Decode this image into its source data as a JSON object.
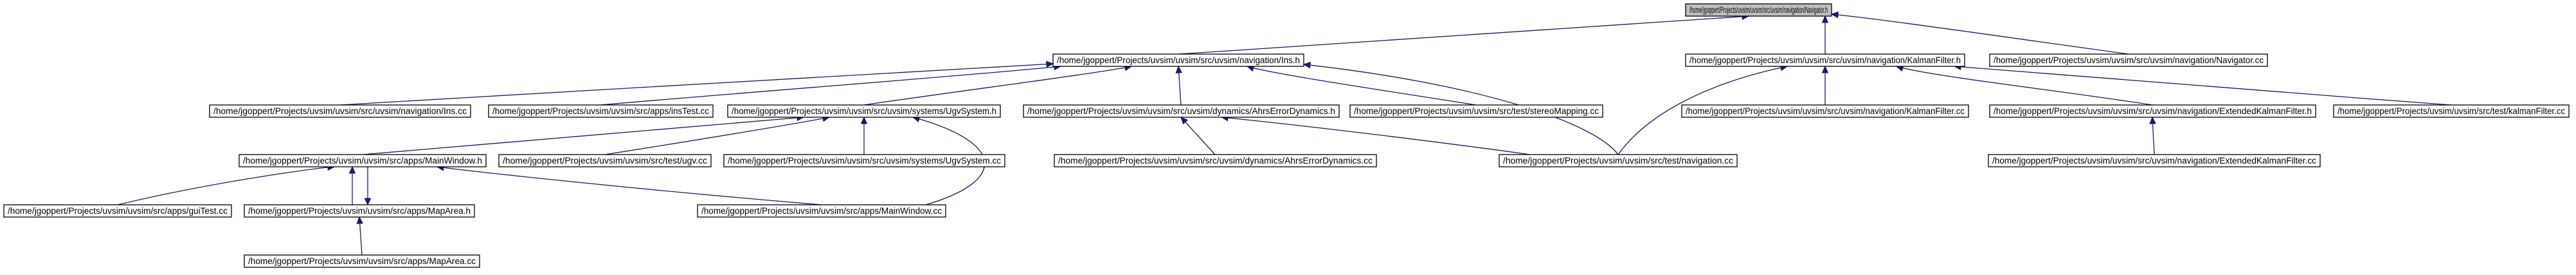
{
  "graph": {
    "edge_color": "#191970",
    "root_fill": "#bfbfbf",
    "node_fill": "#ffffff",
    "nodes": [
      {
        "id": "navigator_h",
        "label": "/home/jgoppert/Projects/uvsim/uvsim/src/uvsim/navigation/Navigator.h",
        "root": true
      },
      {
        "id": "ins_h",
        "label": "/home/jgoppert/Projects/uvsim/uvsim/src/uvsim/navigation/Ins.h"
      },
      {
        "id": "kalmanfilter_h",
        "label": "/home/jgoppert/Projects/uvsim/uvsim/src/uvsim/navigation/KalmanFilter.h"
      },
      {
        "id": "navigator_cc",
        "label": "/home/jgoppert/Projects/uvsim/uvsim/src/uvsim/navigation/Navigator.cc"
      },
      {
        "id": "ins_cc",
        "label": "/home/jgoppert/Projects/uvsim/uvsim/src/uvsim/navigation/Ins.cc"
      },
      {
        "id": "instest_cc",
        "label": "/home/jgoppert/Projects/uvsim/uvsim/src/apps/insTest.cc"
      },
      {
        "id": "ugvsystem_h",
        "label": "/home/jgoppert/Projects/uvsim/uvsim/src/uvsim/systems/UgvSystem.h"
      },
      {
        "id": "ahrserrordynamics_h",
        "label": "/home/jgoppert/Projects/uvsim/uvsim/src/uvsim/dynamics/AhrsErrorDynamics.h"
      },
      {
        "id": "stereomapping_cc",
        "label": "/home/jgoppert/Projects/uvsim/uvsim/src/test/stereoMapping.cc"
      },
      {
        "id": "kalmanfilter_cc",
        "label": "/home/jgoppert/Projects/uvsim/uvsim/src/uvsim/navigation/KalmanFilter.cc"
      },
      {
        "id": "extendedkalmanfilter_h",
        "label": "/home/jgoppert/Projects/uvsim/uvsim/src/uvsim/navigation/ExtendedKalmanFilter.h"
      },
      {
        "id": "kalmanfilter_test_cc",
        "label": "/home/jgoppert/Projects/uvsim/uvsim/src/test/kalmanFilter.cc"
      },
      {
        "id": "mainwindow_h",
        "label": "/home/jgoppert/Projects/uvsim/uvsim/src/apps/MainWindow.h"
      },
      {
        "id": "ugv_cc",
        "label": "/home/jgoppert/Projects/uvsim/uvsim/src/test/ugv.cc"
      },
      {
        "id": "ugvsystem_cc",
        "label": "/home/jgoppert/Projects/uvsim/uvsim/src/uvsim/systems/UgvSystem.cc"
      },
      {
        "id": "ahrserrordynamics_cc",
        "label": "/home/jgoppert/Projects/uvsim/uvsim/src/uvsim/dynamics/AhrsErrorDynamics.cc"
      },
      {
        "id": "navigation_cc",
        "label": "/home/jgoppert/Projects/uvsim/uvsim/src/test/navigation.cc"
      },
      {
        "id": "extendedkalmanfilter_cc",
        "label": "/home/jgoppert/Projects/uvsim/uvsim/src/uvsim/navigation/ExtendedKalmanFilter.cc"
      },
      {
        "id": "guitest_cc",
        "label": "/home/jgoppert/Projects/uvsim/uvsim/src/apps/guiTest.cc"
      },
      {
        "id": "maparea_h",
        "label": "/home/jgoppert/Projects/uvsim/uvsim/src/apps/MapArea.h"
      },
      {
        "id": "mainwindow_cc",
        "label": "/home/jgoppert/Projects/uvsim/uvsim/src/apps/MainWindow.cc"
      },
      {
        "id": "maparea_cc",
        "label": "/home/jgoppert/Projects/uvsim/uvsim/src/apps/MapArea.cc"
      }
    ],
    "edges": [
      {
        "from": "ins_h",
        "to": "navigator_h"
      },
      {
        "from": "kalmanfilter_h",
        "to": "navigator_h"
      },
      {
        "from": "navigator_cc",
        "to": "navigator_h"
      },
      {
        "from": "ins_cc",
        "to": "ins_h"
      },
      {
        "from": "instest_cc",
        "to": "ins_h"
      },
      {
        "from": "ugvsystem_h",
        "to": "ins_h"
      },
      {
        "from": "ahrserrordynamics_h",
        "to": "ins_h"
      },
      {
        "from": "stereomapping_cc",
        "to": "ins_h"
      },
      {
        "from": "navigation_cc",
        "to": "ins_h"
      },
      {
        "from": "navigation_cc",
        "to": "kalmanfilter_h"
      },
      {
        "from": "kalmanfilter_cc",
        "to": "kalmanfilter_h"
      },
      {
        "from": "extendedkalmanfilter_h",
        "to": "kalmanfilter_h"
      },
      {
        "from": "kalmanfilter_test_cc",
        "to": "kalmanfilter_h"
      },
      {
        "from": "mainwindow_h",
        "to": "ugvsystem_h"
      },
      {
        "from": "ugv_cc",
        "to": "ugvsystem_h"
      },
      {
        "from": "ugvsystem_cc",
        "to": "ugvsystem_h"
      },
      {
        "from": "mainwindow_cc",
        "to": "ugvsystem_h"
      },
      {
        "from": "ahrserrordynamics_cc",
        "to": "ahrserrordynamics_h"
      },
      {
        "from": "navigation_cc",
        "to": "ahrserrordynamics_h"
      },
      {
        "from": "extendedkalmanfilter_cc",
        "to": "extendedkalmanfilter_h"
      },
      {
        "from": "guitest_cc",
        "to": "mainwindow_h"
      },
      {
        "from": "maparea_h",
        "to": "mainwindow_h"
      },
      {
        "from": "mainwindow_cc",
        "to": "mainwindow_h"
      },
      {
        "from": "mainwindow_h",
        "to": "maparea_h"
      },
      {
        "from": "maparea_cc",
        "to": "maparea_h"
      }
    ]
  }
}
